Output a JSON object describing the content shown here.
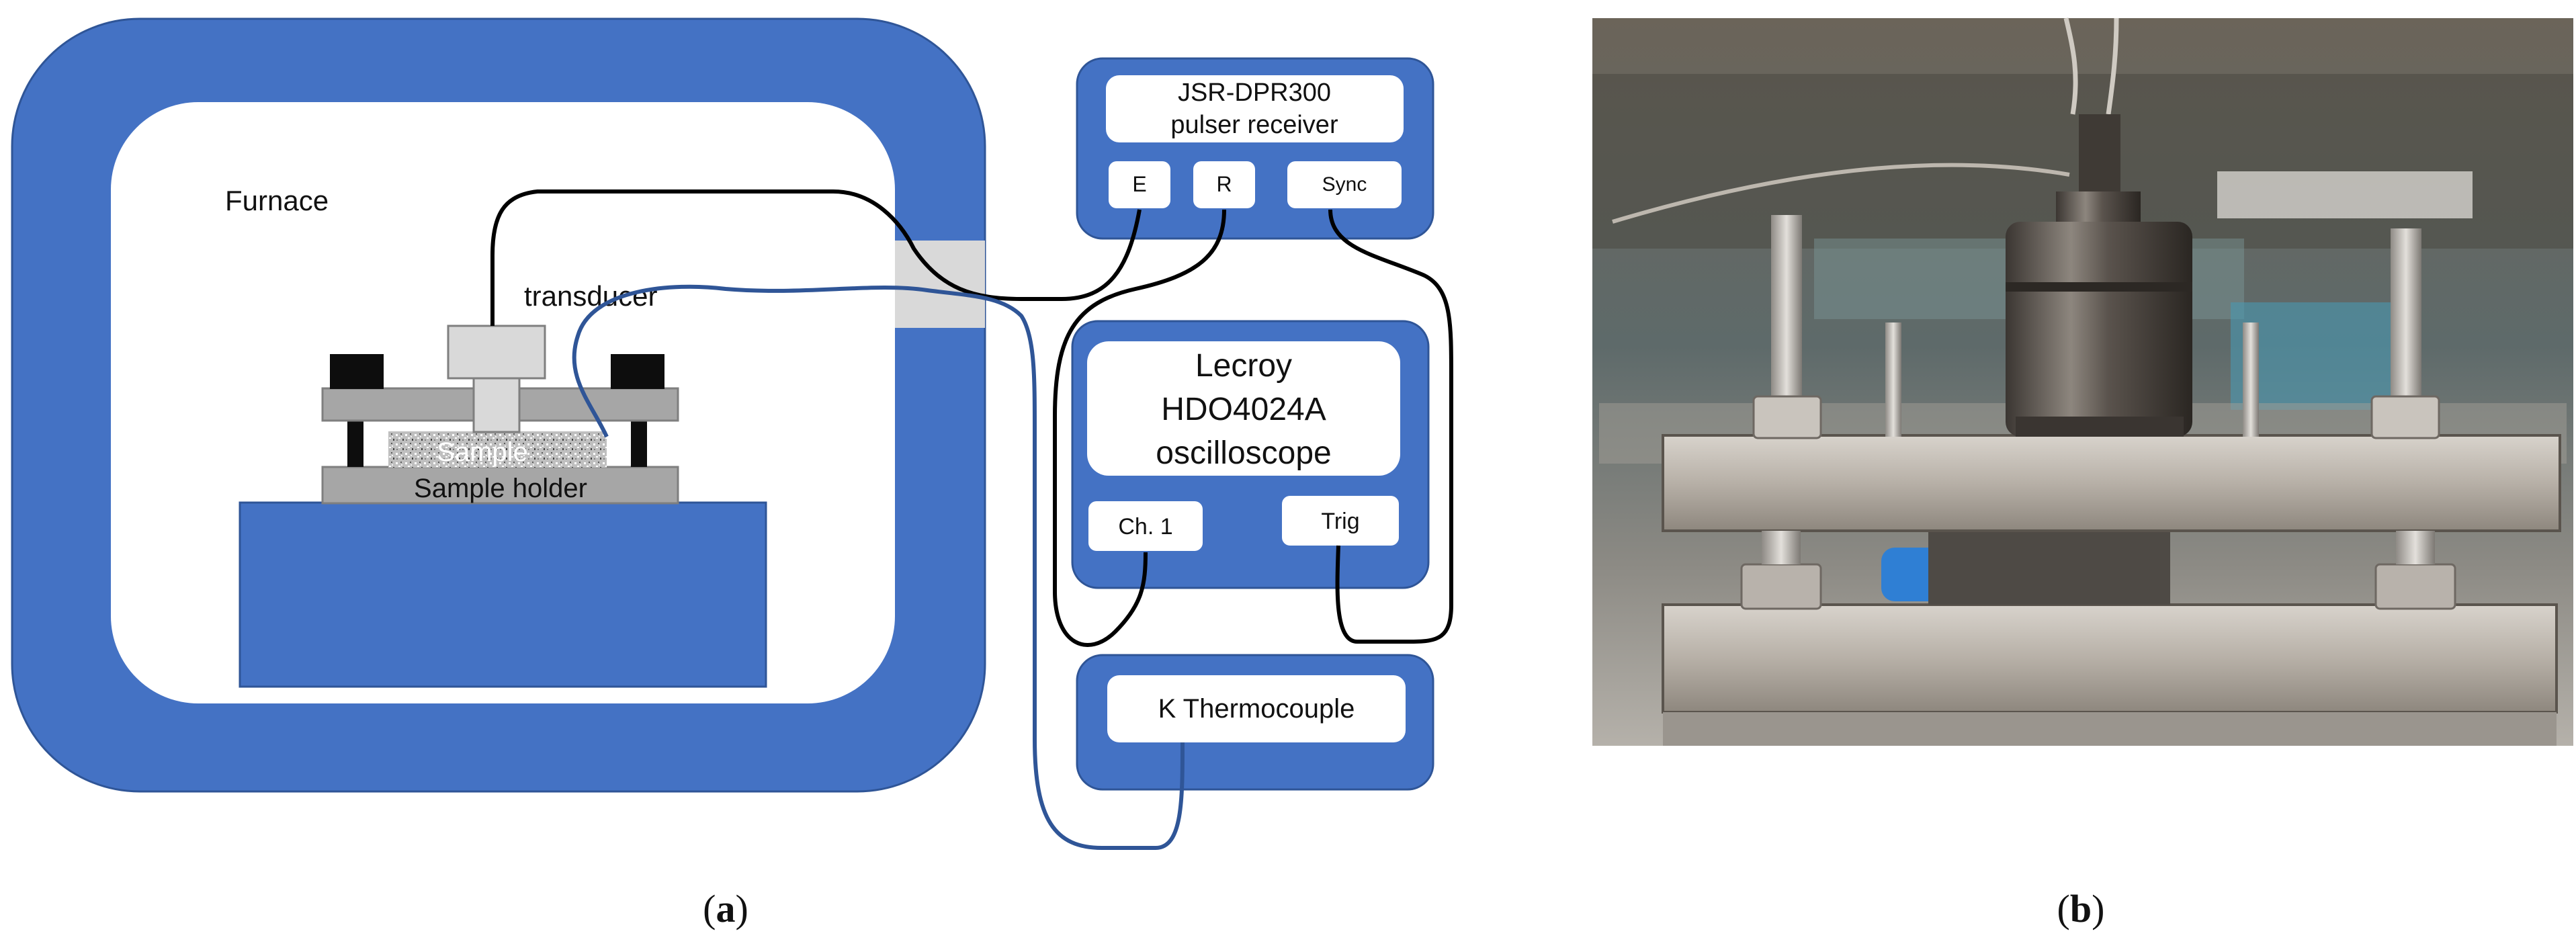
{
  "diagram": {
    "furnace_label": "Furnace",
    "transducer_label": "transducer",
    "sample_label": "Sample",
    "sample_holder_label": "Sample holder",
    "pulser": {
      "title_line1": "JSR-DPR300",
      "title_line2": "pulser receiver",
      "port_e": "E",
      "port_r": "R",
      "port_sync": "Sync"
    },
    "oscilloscope": {
      "title_line1": "Lecroy",
      "title_line2": "HDO4024A",
      "title_line3": "oscilloscope",
      "port_ch1": "Ch. 1",
      "port_trig": "Trig"
    },
    "thermocouple_label": "K Thermocouple"
  },
  "captions": {
    "a_open": "(",
    "a_letter": "a",
    "a_close": ")",
    "b_open": "(",
    "b_letter": "b",
    "b_close": ")"
  },
  "photo": {
    "description_icon": "photo-of-transducer-on-sample-holder"
  },
  "colors": {
    "blue": "#4472C4",
    "box_border": "#2F5597",
    "grey": "#A6A6A6",
    "light_grey": "#D9D9D9",
    "black_block": "#0D0D0D",
    "wire_black": "#000000",
    "wire_blue": "#2F5597"
  }
}
